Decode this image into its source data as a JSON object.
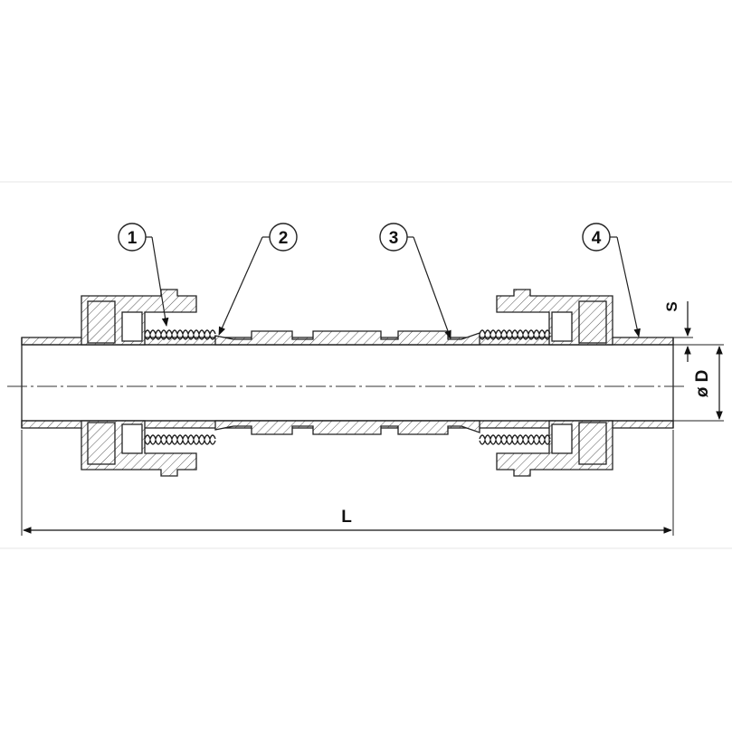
{
  "callouts": [
    {
      "number": "1"
    },
    {
      "number": "2"
    },
    {
      "number": "3"
    },
    {
      "number": "4"
    }
  ],
  "dimensions": {
    "length_label": "L",
    "wall_label": "S",
    "diameter_label": "ø D"
  },
  "colors": {
    "line": "#222222",
    "hatch": "#555555",
    "frame": "#e6e6e6"
  }
}
